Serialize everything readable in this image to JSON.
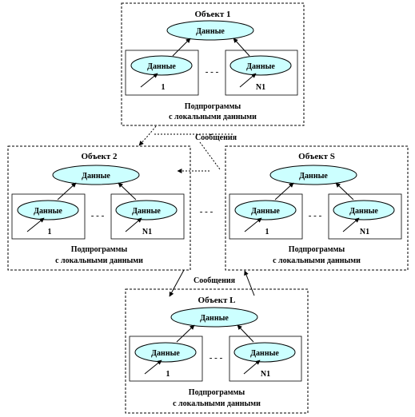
{
  "objects": {
    "obj1": {
      "title": "Объект 1",
      "data": "Данные",
      "sub1": "Данные",
      "sub1_num": "1",
      "sub2": "Данные",
      "sub2_num": "N1",
      "dots_inner": "- - -",
      "caption_line1": "Подпрограммы",
      "caption_line2": "с локальными данными"
    },
    "obj2": {
      "title": "Объект 2",
      "data": "Данные",
      "sub1": "Данные",
      "sub1_num": "1",
      "sub2": "Данные",
      "sub2_num": "N1",
      "dots_inner": "- - -",
      "caption_line1": "Подпрограммы",
      "caption_line2": "с локальными данными"
    },
    "objS": {
      "title": "Объект S",
      "data": "Данные",
      "sub1": "Данные",
      "sub1_num": "1",
      "sub2": "Данные",
      "sub2_num": "N1",
      "dots_inner": "- - -",
      "caption_line1": "Подпрограммы",
      "caption_line2": "с локальными данными"
    },
    "objL": {
      "title": "Объект L",
      "data": "Данные",
      "sub1": "Данные",
      "sub1_num": "1",
      "sub2": "Данные",
      "sub2_num": "N1",
      "dots_inner": "- - -",
      "caption_line1": "Подпрограммы",
      "caption_line2": "с локальными данными"
    }
  },
  "messages": {
    "top": "Сообщения",
    "bottom": "Сообщения"
  },
  "middle_dots": "- - -"
}
